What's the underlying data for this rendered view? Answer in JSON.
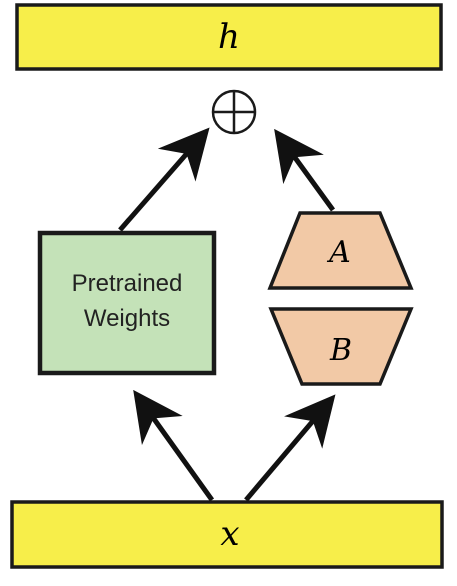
{
  "diagram": {
    "output_label": "h",
    "input_label": "x",
    "sum_symbol": "⊕",
    "pretrained": {
      "line1": "Pretrained",
      "line2": "Weights"
    },
    "matrix_a_label": "A",
    "matrix_b_label": "B"
  },
  "colors": {
    "io_fill": "#f7ee4a",
    "pretrained_fill": "#c4e2b8",
    "lowrank_fill": "#f2c9a6",
    "stroke": "#1a1a1a",
    "arrow": "#111111"
  }
}
